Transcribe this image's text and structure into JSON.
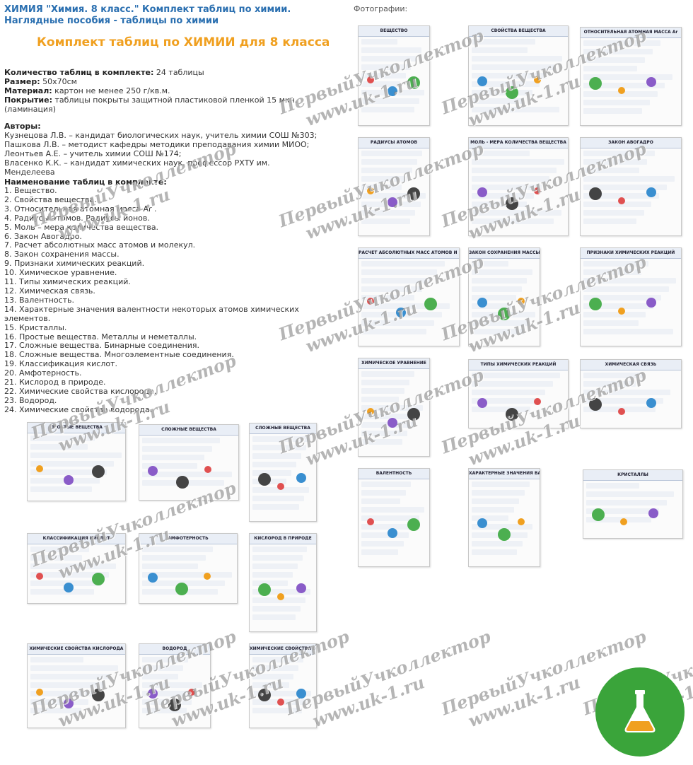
{
  "page": {
    "title": "ХИМИЯ \"Химия. 8 класс.\" Комплект таблиц по химии. Наглядные пособия - таблицы по химии",
    "banner": "Комплект таблиц по ХИМИИ для 8 класса",
    "photos_label": "Фотографии:"
  },
  "specs": {
    "count_label": "Количество таблиц в комплекте:",
    "count_value": " 24 таблицы",
    "size_label": "Размер:",
    "size_value": " 50x70см",
    "material_label": "Материал:",
    "material_value": " картон не менее 250 г/кв.м.",
    "coating_label": "Покрытие:",
    "coating_value": " таблицы покрыты защитной пластиковой пленкой 15 мкн. (ламинация)"
  },
  "authors": {
    "heading": "Авторы:",
    "items": [
      "Кузнецова Л.В. – кандидат биологических наук, учитель химии СОШ №303;",
      "Пашкова Л.В. – методист кафедры методики преподавания химии МИОО;",
      "Леонтьев А.Е. – учитель химии СОШ №174;",
      "Власенко К.К. – кандидат химических наук, профессор РХТУ им. Менделеева"
    ]
  },
  "tables": {
    "heading": "Наименование таблиц в комплекте:",
    "items": [
      "1. Вещество.",
      "2. Свойства вещества.",
      "3. Относительная атомная масса Ar .",
      "4. Радиусы атомов. Радиусы ионов.",
      "5. Моль – мера количества вещества.",
      "6. Закон Авогадро.",
      "7. Расчет абсолютных масс атомов и молекул.",
      "8. Закон сохранения массы.",
      "9. Признаки химических реакций.",
      "10. Химическое уравнение.",
      "11. Типы химических реакций.",
      "12. Химическая связь.",
      "13. Валентность.",
      "14. Характерные значения валентности некоторых атомов химических элементов.",
      "15. Кристаллы.",
      "16. Простые вещества. Металлы и неметаллы.",
      "17. Сложные вещества. Бинарные соединения.",
      "18. Сложные вещества. Многоэлементные соединения.",
      "19. Классификация кислот.",
      "20. Амфотерность.",
      "21. Кислород в природе.",
      "22. Химические свойства кислорода.",
      "23. Водород.",
      "24. Химические свойства водорода."
    ]
  },
  "posters": [
    {
      "title": "ВЕЩЕСТВО"
    },
    {
      "title": "СВОЙСТВА ВЕЩЕСТВА"
    },
    {
      "title": "ОТНОСИТЕЛЬНАЯ АТОМНАЯ МАССА Ar"
    },
    {
      "title": "РАДИУСЫ АТОМОВ"
    },
    {
      "title": "МОЛЬ - МЕРА КОЛИЧЕСТВА ВЕЩЕСТВА"
    },
    {
      "title": "ЗАКОН АВОГАДРО"
    },
    {
      "title": "РАСЧЕТ АБСОЛЮТНЫХ МАСС АТОМОВ И МОЛЕКУЛ"
    },
    {
      "title": "ЗАКОН СОХРАНЕНИЯ МАССЫ"
    },
    {
      "title": "ПРИЗНАКИ ХИМИЧЕСКИХ РЕАКЦИЙ"
    },
    {
      "title": "ХИМИЧЕСКОЕ УРАВНЕНИЕ"
    },
    {
      "title": "ТИПЫ ХИМИЧЕСКИХ РЕАКЦИЙ"
    },
    {
      "title": "ХИМИЧЕСКАЯ СВЯЗЬ"
    },
    {
      "title": "ВАЛЕНТНОСТЬ"
    },
    {
      "title": "ХАРАКТЕРНЫЕ ЗНАЧЕНИЯ ВАЛЕНТНОСТЕЙ"
    },
    {
      "title": "КРИСТАЛЛЫ"
    },
    {
      "title": "ПРОСТЫЕ ВЕЩЕСТВА"
    },
    {
      "title": "СЛОЖНЫЕ ВЕЩЕСТВА"
    },
    {
      "title": "СЛОЖНЫЕ ВЕЩЕСТВА"
    },
    {
      "title": "КЛАССИФИКАЦИЯ КИСЛОТ"
    },
    {
      "title": "АМФОТЕРНОСТЬ"
    },
    {
      "title": "КИСЛОРОД В ПРИРОДЕ"
    },
    {
      "title": "ХИМИЧЕСКИЕ СВОЙСТВА КИСЛОРОДА"
    },
    {
      "title": "ВОДОРОД"
    },
    {
      "title": "ХИМИЧЕСКИЕ СВОЙСТВА ВОДОРОДА"
    }
  ],
  "watermark": {
    "line1": "ПервыйУчколлектор",
    "line2": "www.uk-1.ru"
  }
}
